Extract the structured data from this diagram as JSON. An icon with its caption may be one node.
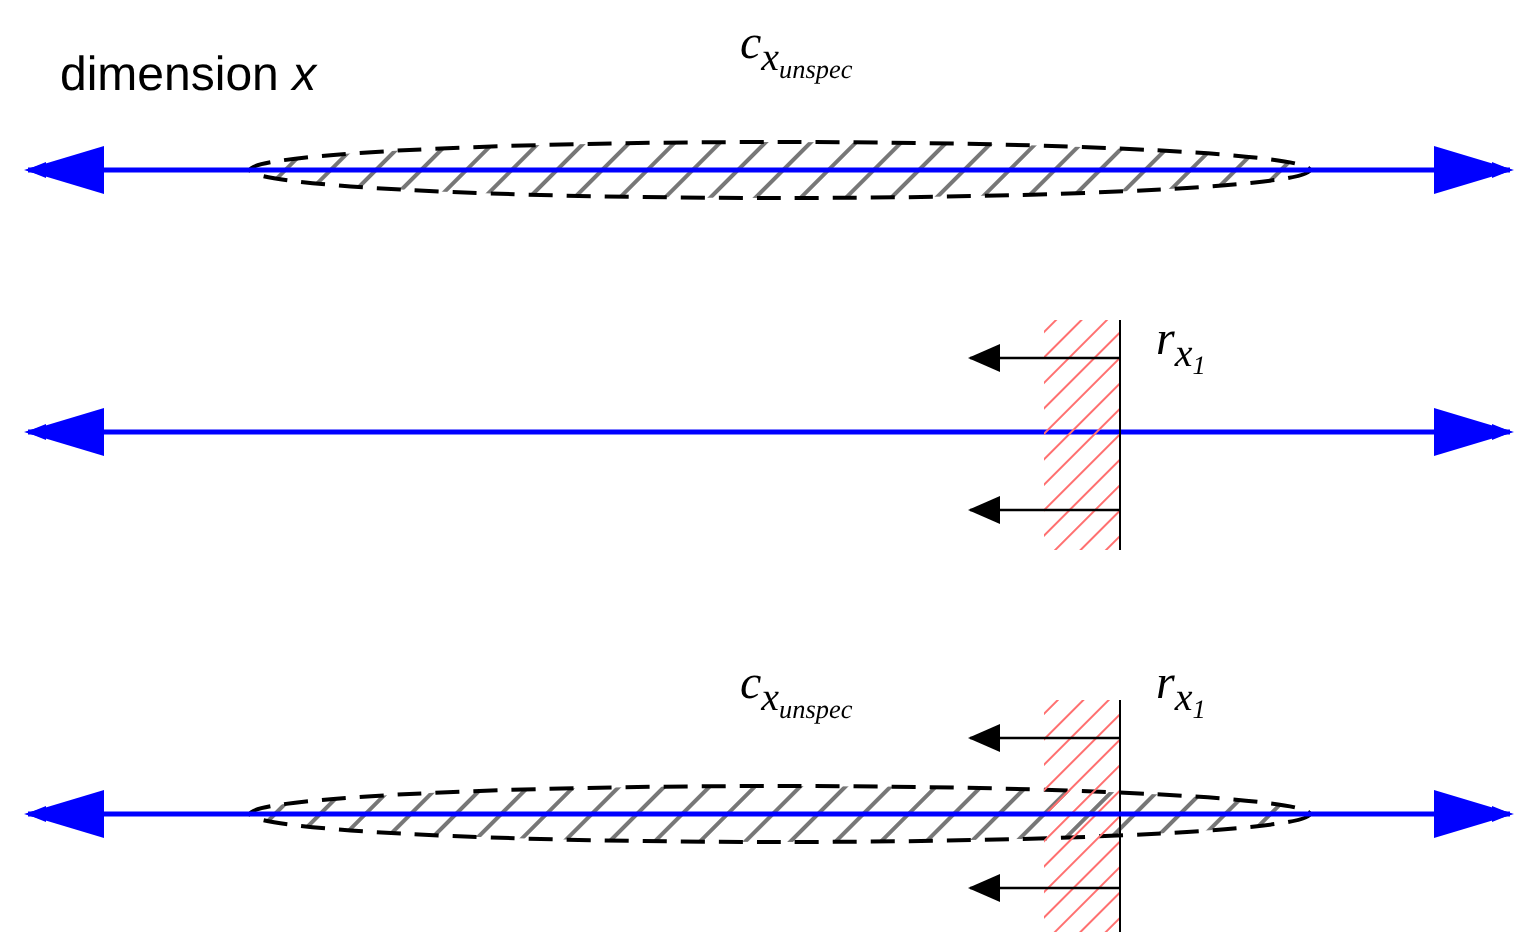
{
  "diagram": {
    "nodes": [
      {
        "text": [],
        "shape": "ellipse"
      },
      {
        "text": [],
        "shape": "ellipse"
      }
    ],
    "labels": [
      "dimension *x*",
      "c$_{x}$$_{unspec}$",
      "r$_{x}$$_{1}$",
      "c$_{x}$$_{unspec}$",
      "r$_{x}$$_{1}$"
    ]
  }
}
